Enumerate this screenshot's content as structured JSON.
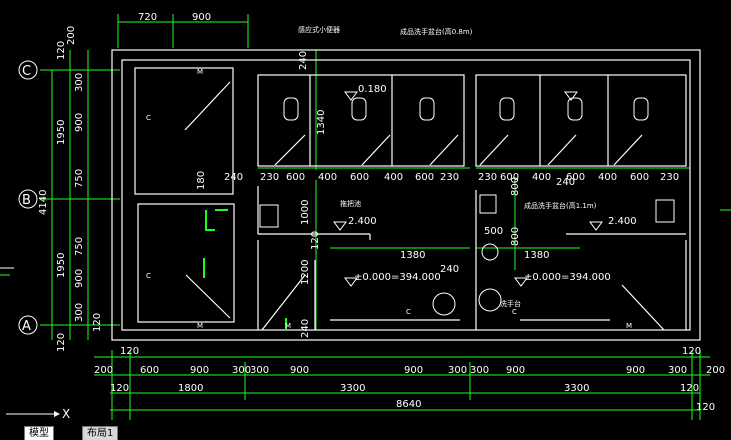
{
  "drawing": {
    "top_dims": [
      "720",
      "900"
    ],
    "grid_labels": [
      "C",
      "B",
      "A"
    ],
    "left_outer": [
      "200",
      "120",
      "300",
      "900",
      "1950",
      "750",
      "4140",
      "750",
      "1950",
      "900",
      "300",
      "120",
      "120"
    ],
    "notes": {
      "note1": "感应式小便器",
      "note2": "成品洗手盆台(高0.8m)",
      "elev_180": "0.180",
      "elev_2400_a": "2.400",
      "elev_2400_b": "2.400",
      "zero_a": "±0.000=394.000",
      "zero_b": "±0.000=394.000",
      "note_mop": "拖把池",
      "note_sink": "成品洗手盆台(高1.1m)",
      "note_hand": "洗手台",
      "lbl_c": "C",
      "lbl_m": "M"
    },
    "inner_v": [
      "240",
      "1340",
      "180",
      "1000",
      "1200",
      "120",
      "240",
      "800",
      "500",
      "800"
    ],
    "inner_h": [
      "240",
      "230",
      "600",
      "400",
      "600",
      "400",
      "600",
      "230",
      "230",
      "600",
      "400",
      "600",
      "400",
      "600",
      "230",
      "240",
      "1380",
      "240",
      "1380"
    ],
    "bottom_row1": [
      "120",
      "120"
    ],
    "bottom_row2": [
      "200",
      "600",
      "900",
      "300",
      "300",
      "900",
      "900",
      "300",
      "300",
      "900",
      "900",
      "300",
      "200"
    ],
    "bottom_row3": [
      "120",
      "1800",
      "3300",
      "3300",
      "120"
    ],
    "bottom_total": "8640",
    "bottom_end": "120"
  },
  "axis": {
    "x_label": "X"
  },
  "tabs": [
    {
      "label": "模型",
      "active": true
    },
    {
      "label": "布局1",
      "active": false
    }
  ]
}
